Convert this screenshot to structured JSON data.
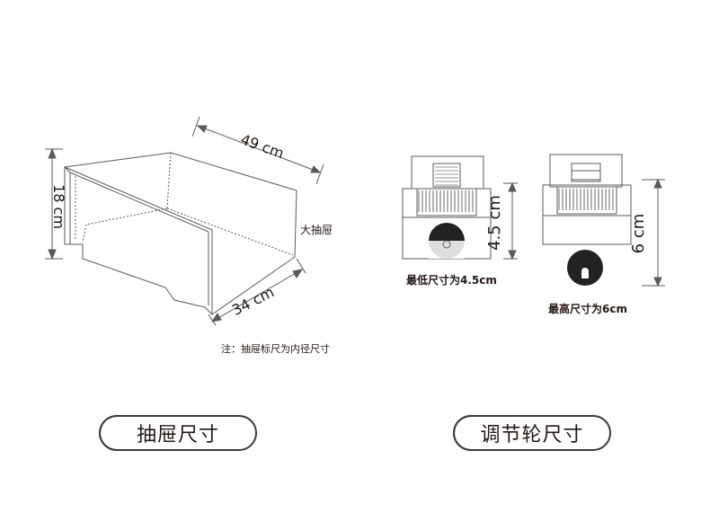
{
  "drawer": {
    "width_label": "49 cm",
    "height_label": "18 cm",
    "depth_label": "34 cm",
    "name_label": "大抽屉",
    "note": "注：抽屉标尺为内径尺寸",
    "caption": "抽屉尺寸"
  },
  "wheels": {
    "min": {
      "dim_label": "4.5 cm",
      "caption": "最低尺寸为4.5cm"
    },
    "max": {
      "dim_label": "6 cm",
      "caption": "最高尺寸为6cm"
    },
    "caption": "调节轮尺寸"
  },
  "colors": {
    "line": "#5a5a5a",
    "text": "#231815",
    "wheel": "#222222"
  }
}
